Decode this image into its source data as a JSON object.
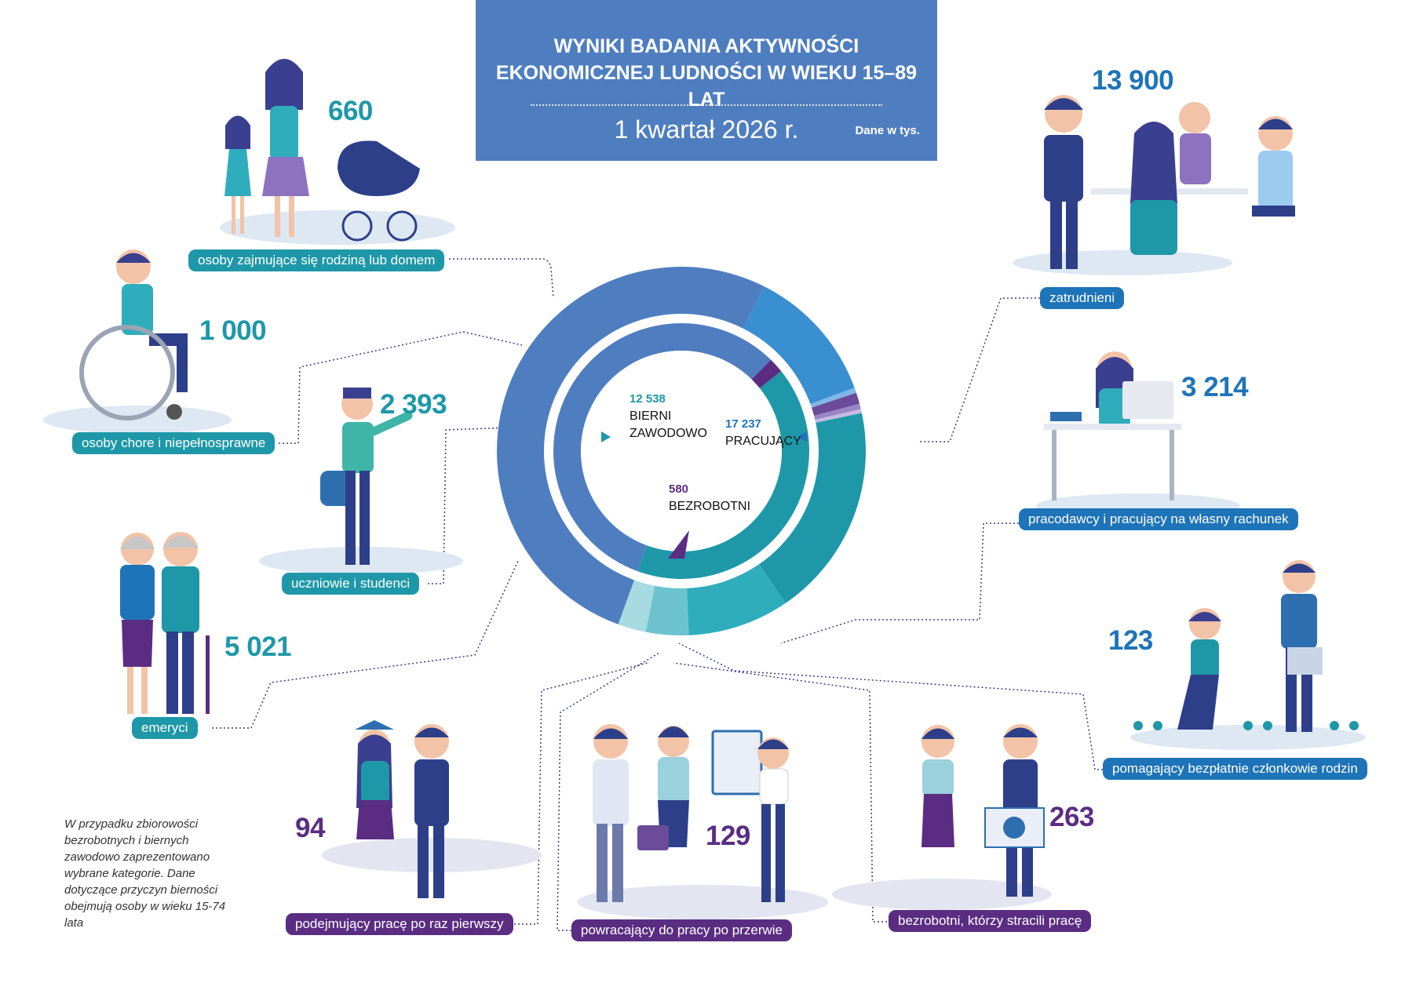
{
  "header": {
    "title_line1": "WYNIKI BADANIA AKTYWNOŚCI",
    "title_line2": "EKONOMICZNEJ LUDNOŚCI W WIEKU 15–89 LAT",
    "period": "1 kwartał 2026 r.",
    "unit_note": "Dane w tys."
  },
  "center": {
    "bierni_value": "12 538",
    "bierni_line1": "BIERNI",
    "bierni_line2": "ZAWODOWO",
    "pracujacy_value": "17 237",
    "pracujacy_label": "PRACUJĄCY",
    "bezrobotni_value": "580",
    "bezrobotni_label": "BEZROBOTNI"
  },
  "categories": {
    "rodzina": {
      "value": "660",
      "label": "osoby zajmujące się rodziną lub domem"
    },
    "chorzy": {
      "value": "1 000",
      "label": "osoby chore i niepełnosprawne"
    },
    "uczniowie": {
      "value": "2 393",
      "label": "uczniowie i studenci"
    },
    "emeryci": {
      "value": "5 021",
      "label": "emeryci"
    },
    "zatrudnieni": {
      "value": "13 900",
      "label": "zatrudnieni"
    },
    "pracodawcy": {
      "value": "3 214",
      "label": "pracodawcy i pracujący na własny rachunek"
    },
    "pomagajacy": {
      "value": "123",
      "label": "pomagający bezpłatnie członkowie rodzin"
    },
    "pierwszy": {
      "value": "94",
      "label": "podejmujący pracę po raz pierwszy"
    },
    "powracajacy": {
      "value": "129",
      "label": "powracający do pracy po przerwie"
    },
    "stracili": {
      "value": "263",
      "label": "bezrobotni, którzy stracili pracę"
    }
  },
  "note": "W przypadku zbiorowości bezrobotnych i biernych zawodowo zaprezentowano wybrane kategorie. Dane dotyczące przyczyn bierności obejmują osoby w wieku 15-74 lata",
  "colors": {
    "header_bg": "#4f7ec0",
    "teal": "#1e98a8",
    "blue": "#1e74b8",
    "purple": "#5a2d82"
  },
  "chart_data": {
    "type": "pie",
    "inner_ring": [
      {
        "name": "BIERNI ZAWODOWO",
        "value": 12538,
        "color": "#1e98a8"
      },
      {
        "name": "PRACUJĄCY",
        "value": 17237,
        "color": "#4f7ec0"
      },
      {
        "name": "BEZROBOTNI",
        "value": 580,
        "color": "#5a2d82"
      }
    ],
    "outer_ring": [
      {
        "name": "zatrudnieni",
        "value": 13900,
        "color": "#4f7ec0"
      },
      {
        "name": "pracodawcy i pracujący na własny rachunek",
        "value": 3214,
        "color": "#3a8fd0"
      },
      {
        "name": "pomagający bezpłatnie członkowie rodzin",
        "value": 123,
        "color": "#7fb7e6"
      },
      {
        "name": "bezrobotni, którzy stracili pracę",
        "value": 263,
        "color": "#6c4a9a"
      },
      {
        "name": "powracający do pracy po przerwie",
        "value": 129,
        "color": "#9a86c4"
      },
      {
        "name": "podejmujący pracę po raz pierwszy",
        "value": 94,
        "color": "#c5b9e0"
      },
      {
        "name": "emeryci",
        "value": 5021,
        "color": "#1e98a8"
      },
      {
        "name": "uczniowie i studenci",
        "value": 2393,
        "color": "#2fadbc"
      },
      {
        "name": "osoby chore i niepełnosprawne",
        "value": 1000,
        "color": "#6cc3cd"
      },
      {
        "name": "osoby zajmujące się rodziną lub domem",
        "value": 660,
        "color": "#a6dbe1"
      }
    ]
  }
}
